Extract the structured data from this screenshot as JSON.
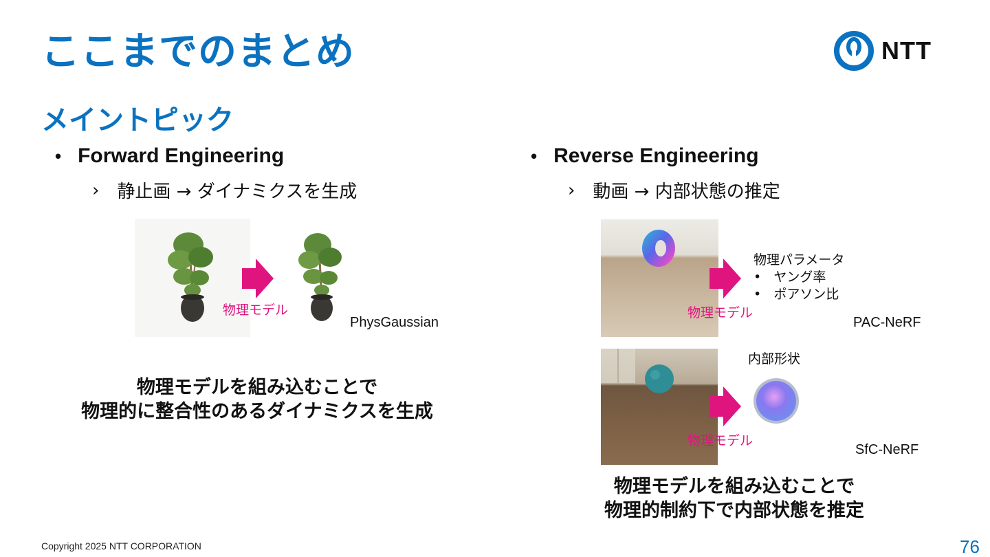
{
  "slide": {
    "title": "ここまでのまとめ",
    "subtitle": "メイントピック",
    "brand": "NTT",
    "footer": "Copyright 2025 NTT CORPORATION",
    "page_number": "76",
    "accent_color": "#0a72c0",
    "arrow_color": "#e0147f"
  },
  "left": {
    "bullet": "Forward Engineering",
    "sub": "静止画 → ダイナミクスを生成",
    "arrow_label": "物理モデル",
    "caption": "PhysGaussian",
    "summary_line1": "物理モデルを組み込むことで",
    "summary_line2": "物理的に整合性のあるダイナミクスを生成"
  },
  "right": {
    "bullet": "Reverse Engineering",
    "sub": "動画 → 内部状態の推定",
    "top": {
      "arrow_label": "物理モデル",
      "param_title": "物理パラメータ",
      "param_items": [
        "ヤング率",
        "ポアソン比"
      ],
      "caption": "PAC-NeRF"
    },
    "bottom": {
      "arrow_label": "物理モデル",
      "shape_label": "内部形状",
      "caption": "SfC-NeRF"
    },
    "summary_line1": "物理モデルを組み込むことで",
    "summary_line2": "物理的制約下で内部状態を推定"
  }
}
